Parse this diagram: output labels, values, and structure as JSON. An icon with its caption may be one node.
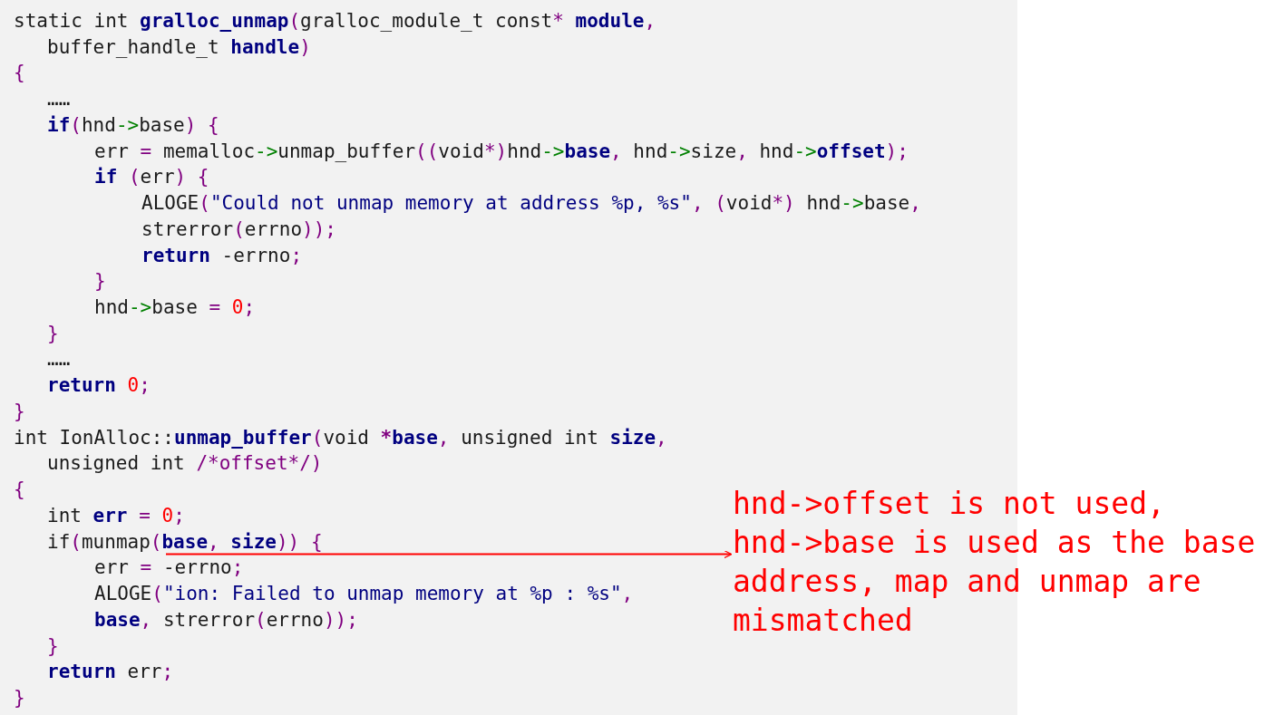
{
  "diagram": {
    "nodes": [
      {
        "text": [
          "if(munmap(**base**, **size**)) {"
        ]
      },
      {
        "text": [
          "hnd->offset is not used, hnd->base is used as the base address, map and unmap are mismatched"
        ]
      }
    ],
    "edges": [
      {
        "from": 0,
        "to": 1,
        "arrow": "to",
        "color": "#ff0000"
      }
    ],
    "labels": [
      "static int **gralloc_unmap**(gralloc_module_t const* **module**,",
      "buffer_handle_t **handle**)",
      "{",
      "……",
      "**if**(hnd->base) {",
      "err = memalloc->unmap_buffer((void*)hnd->**base**, hnd->size, hnd->**offset**);",
      "**if** (err) {",
      "ALOGE(\"Could not unmap memory at address %p, %s\", (void*) hnd->base,",
      "strerror(errno));",
      "**return** -errno;",
      "}",
      "hnd->base = 0;",
      "}",
      "……",
      "**return** 0;",
      "}",
      "int IonAlloc::**unmap_buffer**(void ***base**, unsigned int **size**,",
      "unsigned int /*offset*/)",
      "{",
      "int **err** = 0;",
      "err = -errno;",
      "ALOGE(\"ion: Failed to unmap memory at %p : %s\",",
      "**base**, strerror(errno));",
      "}",
      "**return** err;",
      "}"
    ]
  }
}
